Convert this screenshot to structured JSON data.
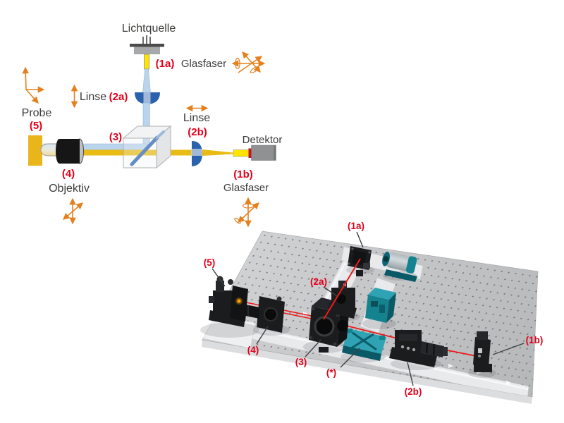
{
  "figure": {
    "description": "Confocal optical setup: schematic diagram (top left) and 3D rendered breadboard photo (bottom right)",
    "colors": {
      "marker_red": "#e2001a",
      "text_gray": "#3c3c3b",
      "arrow_orange": "#e5801f",
      "lens_blue": "#2a62ae",
      "beam_lightblue": "#b9d4ec",
      "beam_yellow": "#e8bc15",
      "fiber_yellow": "#ffe400",
      "laser_red": "#ee1c1c",
      "component_teal": "#15838f",
      "board_gray": "#c4c5c7"
    }
  },
  "schematic": {
    "lichtquelle": "Lichtquelle",
    "glasfaser_top": "Glasfaser",
    "glasfaser_bottom": "Glasfaser",
    "linse_2a": "Linse",
    "linse_2b": "Linse",
    "probe": "Probe",
    "objektiv": "Objektiv",
    "detektor": "Detektor",
    "markers": {
      "m1a": "(1a)",
      "m1b": "(1b)",
      "m2a": "(2a)",
      "m2b": "(2b)",
      "m3": "(3)",
      "m4": "(4)",
      "m5": "(5)"
    }
  },
  "photo": {
    "markers": {
      "m1a": "(1a)",
      "m1b": "(1b)",
      "m2a": "(2a)",
      "m2b": "(2b)",
      "m3": "(3)",
      "m4": "(4)",
      "m5": "(5)",
      "mstar": "(*)"
    }
  }
}
